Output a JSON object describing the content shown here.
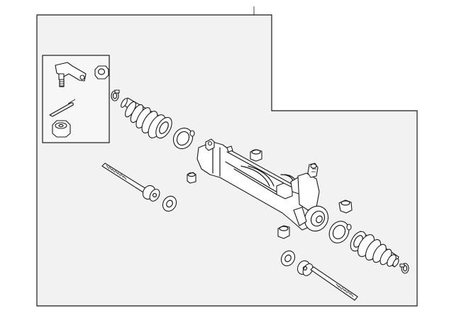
{
  "diagram": {
    "kind": "steering rack and pinion assembly exploded view",
    "colors": {
      "panel_fill": "#f2f2f2",
      "line": "#1a1a1a",
      "part_fill": "#ffffff"
    },
    "callouts": [],
    "parts": [
      "tie-rod-end",
      "cotter-pin",
      "castle-nut",
      "jam-nut",
      "boot-clamp",
      "steering-boot",
      "boot-ring",
      "inner-tie-rod",
      "inner-tie-rod-bushing",
      "rack-housing",
      "pinion-valve",
      "mount-bushing",
      "mount-grommet"
    ]
  }
}
